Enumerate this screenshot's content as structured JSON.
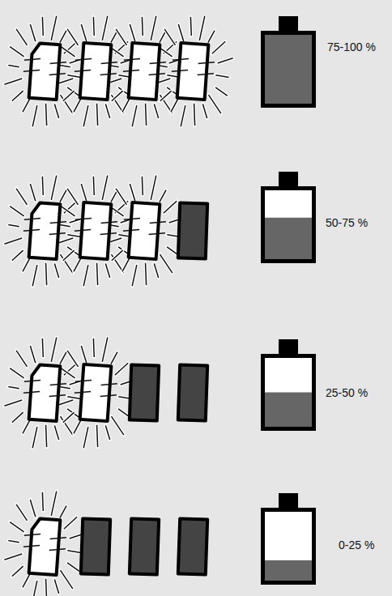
{
  "diagram": {
    "labels": [
      "75-100 %",
      "50-75 %",
      "25-50 %",
      "0-25 %"
    ]
  }
}
